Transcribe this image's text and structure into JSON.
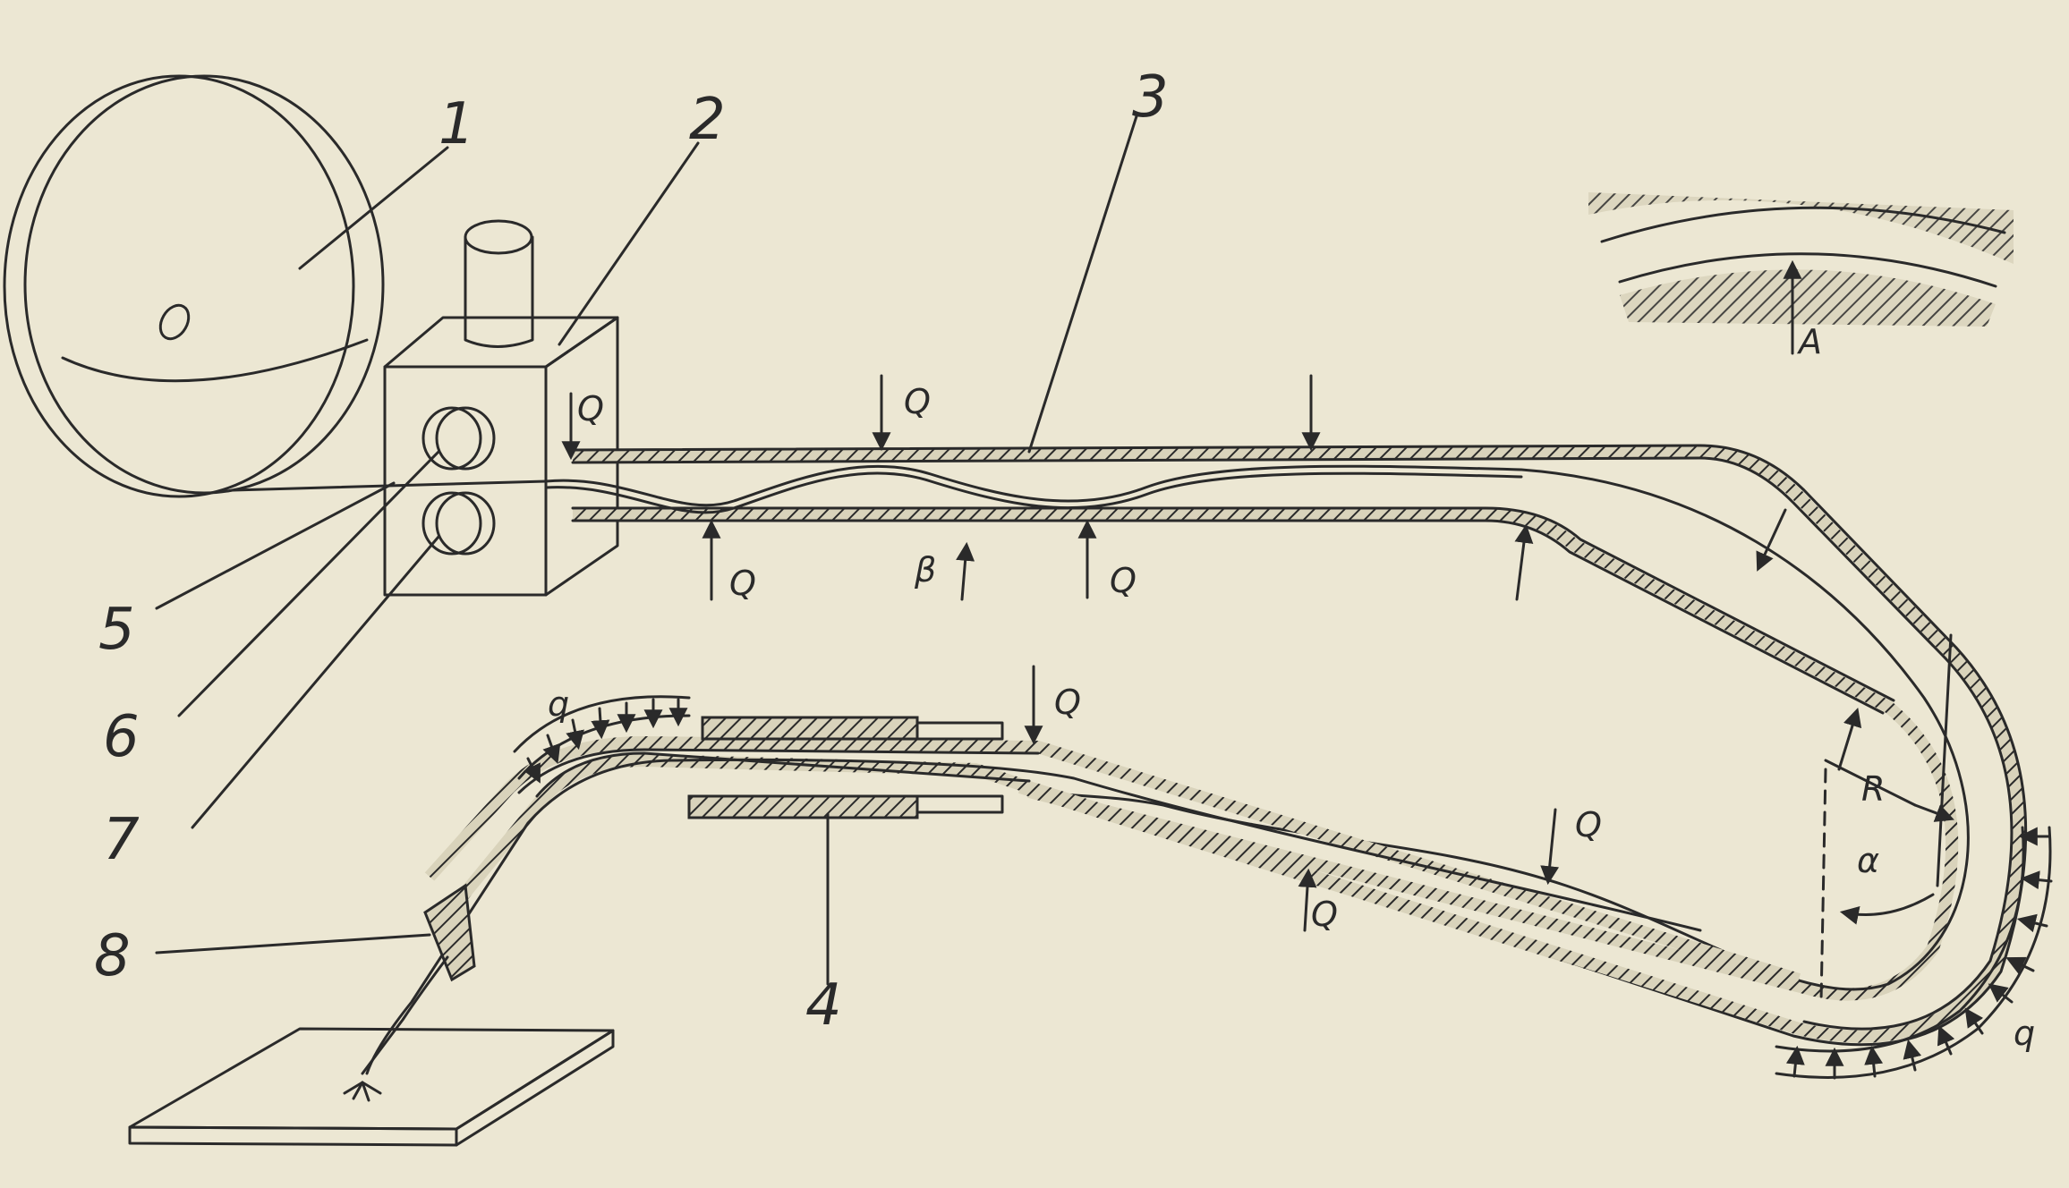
{
  "figure": {
    "numbers": {
      "n1": "1",
      "n2": "2",
      "n3": "3",
      "n4": "4",
      "n5": "5",
      "n6": "6",
      "n7": "7",
      "n8": "8"
    },
    "forces": {
      "Q": "Q",
      "q": "q",
      "A": "A",
      "R": "R",
      "alpha": "α",
      "beta": "β"
    },
    "colors": {
      "paper": "#ece7d3",
      "ink": "#2a2a2a"
    }
  }
}
